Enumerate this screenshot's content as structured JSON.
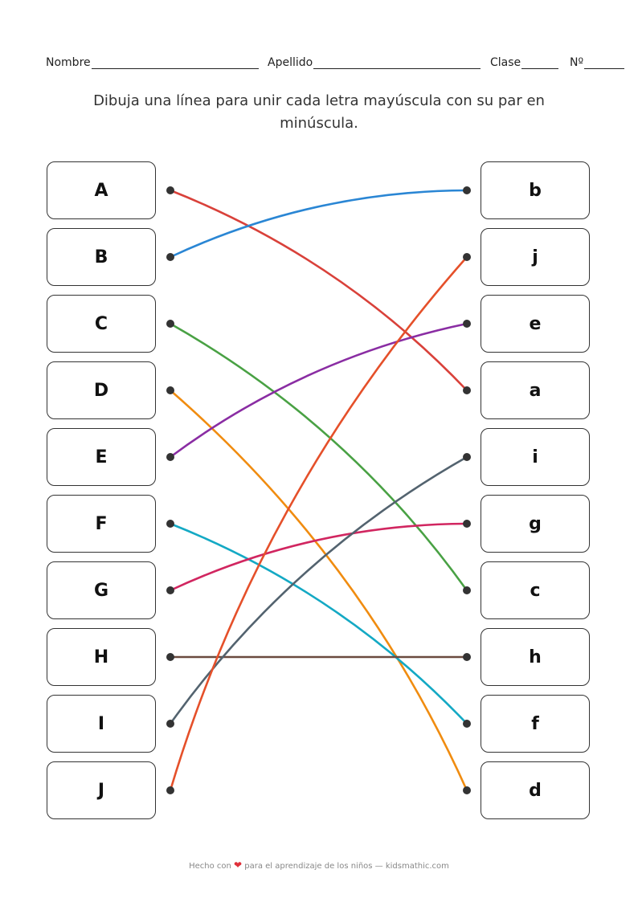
{
  "header": {
    "nombre_label": "Nombre",
    "apellido_label": "Apellido",
    "clase_label": "Clase",
    "numero_label": "Nº"
  },
  "instruction": "Dibuja una línea para unir cada letra mayúscula con su par en minúscula.",
  "left_items": [
    "A",
    "B",
    "C",
    "D",
    "E",
    "F",
    "G",
    "H",
    "I",
    "J"
  ],
  "right_items": [
    "b",
    "j",
    "e",
    "a",
    "i",
    "g",
    "c",
    "h",
    "f",
    "d"
  ],
  "connections": [
    {
      "from": "A",
      "to": "a",
      "color": "#d9413a"
    },
    {
      "from": "B",
      "to": "b",
      "color": "#2a86d4"
    },
    {
      "from": "C",
      "to": "c",
      "color": "#49a144"
    },
    {
      "from": "D",
      "to": "d",
      "color": "#f08c10"
    },
    {
      "from": "E",
      "to": "e",
      "color": "#8a2da3"
    },
    {
      "from": "F",
      "to": "f",
      "color": "#14a9c4"
    },
    {
      "from": "G",
      "to": "g",
      "color": "#d12660"
    },
    {
      "from": "H",
      "to": "h",
      "color": "#6a4a3f"
    },
    {
      "from": "I",
      "to": "i",
      "color": "#53636f"
    },
    {
      "from": "J",
      "to": "j",
      "color": "#e5502a"
    }
  ],
  "footer": {
    "prefix": "Hecho con",
    "heart_icon": "heart-icon",
    "suffix": "para el aprendizaje de los niños — kidsmathic.com"
  }
}
